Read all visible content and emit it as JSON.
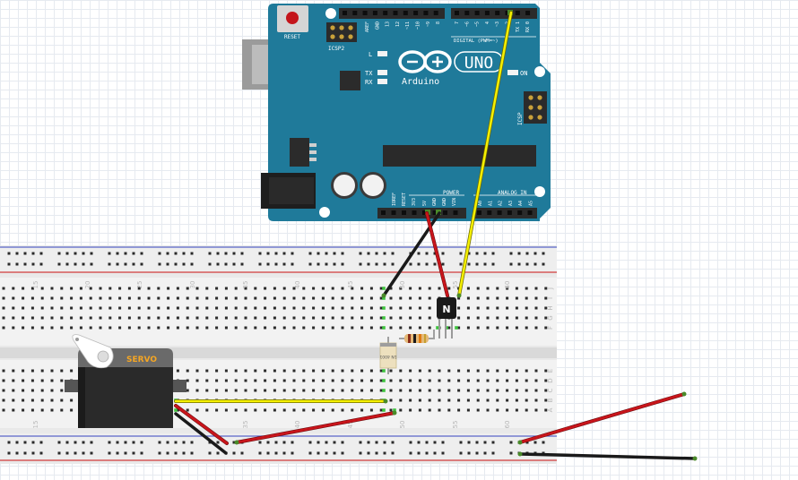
{
  "arduino": {
    "reset_label": "RESET",
    "icsp2_label": "ICSP2",
    "icsp_label": "ICSP",
    "aref_label": "AREF",
    "gnd_label": "GND",
    "digital_label": "DIGITAL (PWM=~)",
    "led_l": "L",
    "led_tx": "TX",
    "led_rx": "RX",
    "on_label": "ON",
    "uno_label": "UNO",
    "brand_label": "Arduino",
    "power_label": "POWER",
    "analog_label": "ANALOG IN",
    "ioref_label": "IOREF",
    "reset_pin_label": "RESET",
    "v33_label": "3V3",
    "v5_label": "5V",
    "gnd_pin_label": "GND",
    "vin_label": "VIN",
    "analog_pins": [
      "A0",
      "A1",
      "A2",
      "A3",
      "A4",
      "A5"
    ],
    "digital_pins_high": [
      "13",
      "12",
      "~11",
      "~10",
      "~9",
      "8"
    ],
    "digital_pins_low": [
      "7",
      "~6",
      "~5",
      "4",
      "~3",
      "2",
      "TX 1",
      "RX 0"
    ]
  },
  "breadboard": {
    "top_numbers": [
      "15",
      "20",
      "25",
      "30",
      "35",
      "40",
      "45",
      "50",
      "55",
      "60"
    ],
    "bottom_numbers": [
      "15",
      "35",
      "40",
      "45",
      "50",
      "55",
      "60"
    ],
    "right_letters_top": [
      "J",
      "I",
      "H",
      "G",
      "F"
    ],
    "right_letters_bottom": [
      "E",
      "D",
      "C",
      "B",
      "A"
    ]
  },
  "servo": {
    "label": "SERVO"
  },
  "transistor": {
    "label": "N"
  },
  "diode": {
    "label": "1N 4001"
  },
  "colors": {
    "board_teal": "#1f7a9a",
    "wire_red": "#c8151b",
    "wire_black": "#1a1a1a",
    "wire_yellow": "#f5f000",
    "servo_accent": "#f5a623"
  }
}
